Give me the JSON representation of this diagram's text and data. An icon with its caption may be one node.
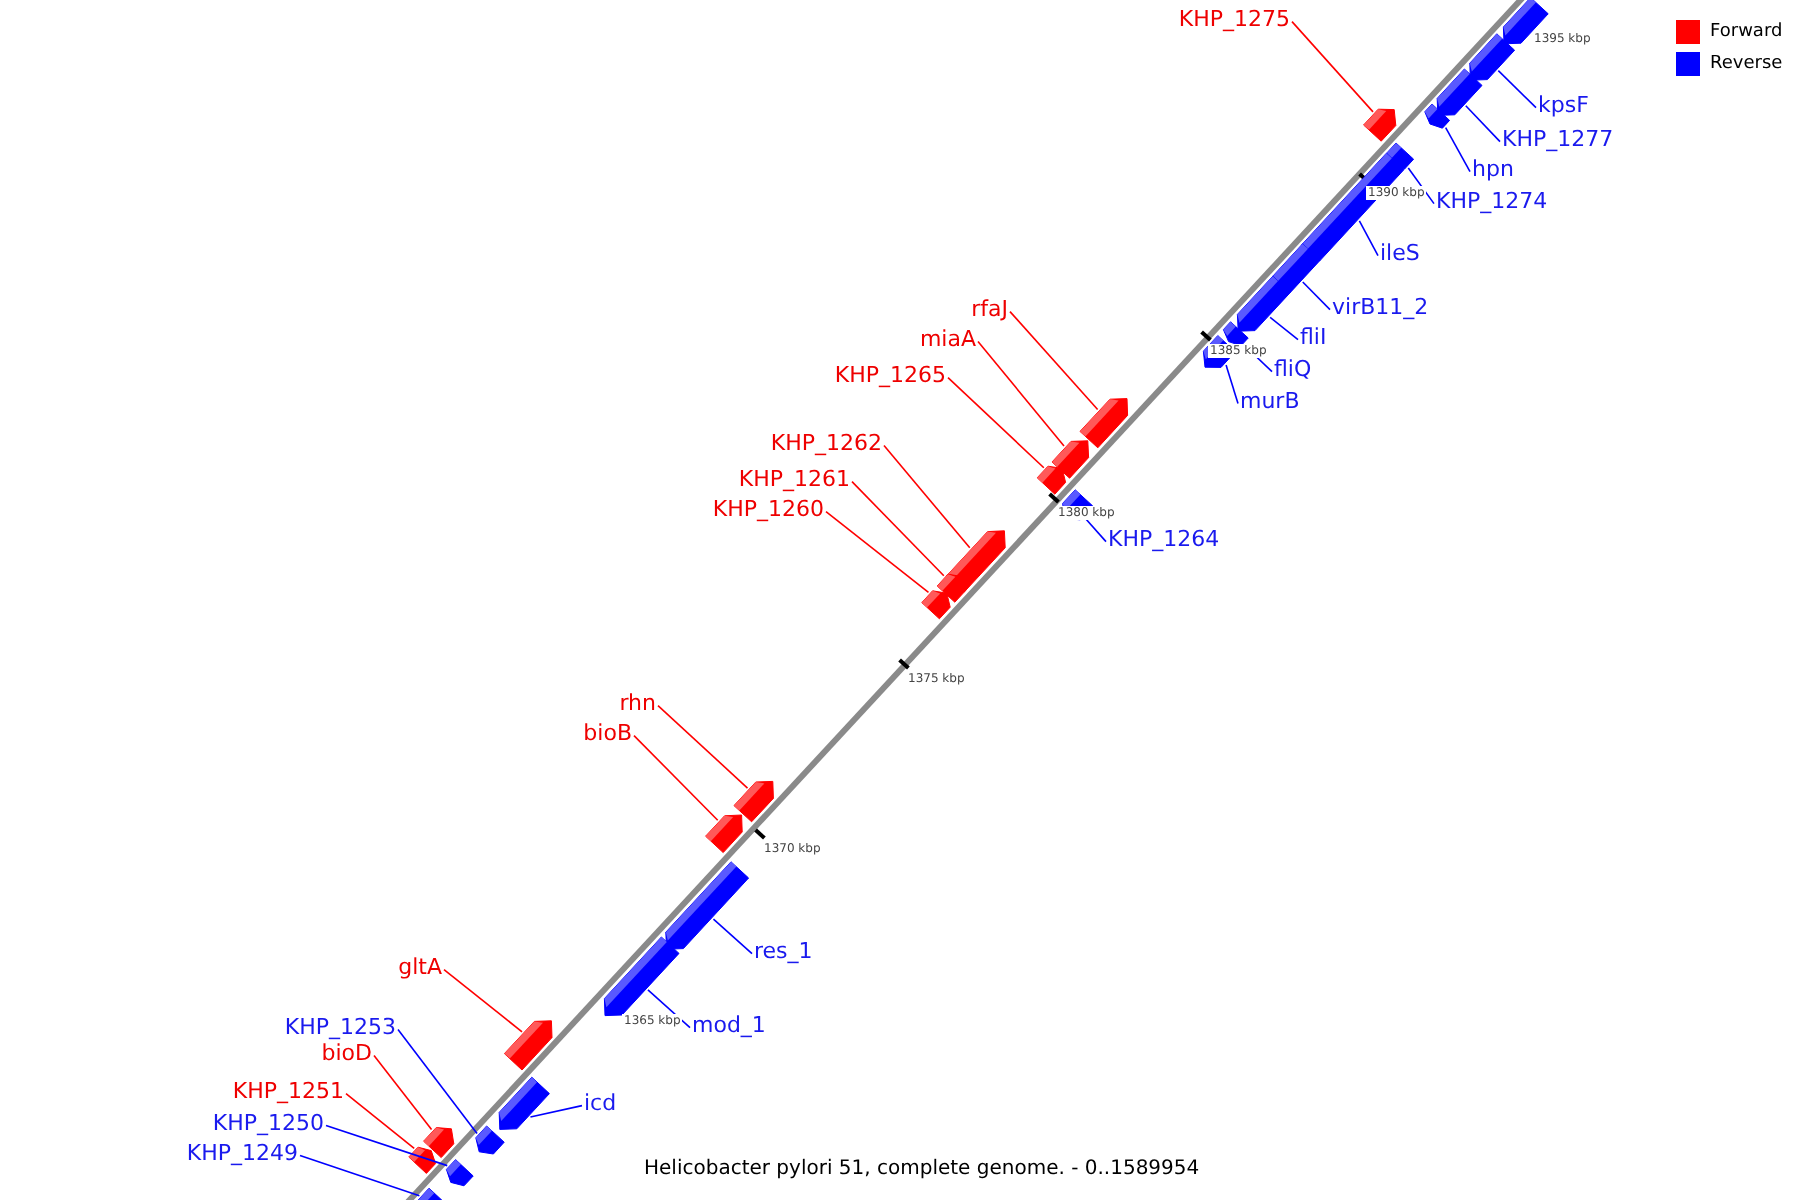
{
  "diagram": {
    "caption": "Helicobacter pylori 51, complete genome. - 0..1589954",
    "nodes": [
      {
        "text": [
          "KHP_1275"
        ]
      },
      {
        "text": [],
        "shape": "box"
      },
      {
        "text": [
          "kpsF"
        ]
      },
      {
        "text": [],
        "shape": "box"
      },
      {
        "text": [
          "KHP_1277"
        ]
      },
      {
        "text": [],
        "shape": "box"
      },
      {
        "text": [
          "hpn"
        ]
      },
      {
        "text": [],
        "shape": "box"
      },
      {
        "text": [
          "KHP_1274"
        ]
      },
      {
        "text": [],
        "shape": "box"
      },
      {
        "text": [
          "ileS"
        ]
      },
      {
        "text": [],
        "shape": "box"
      },
      {
        "text": [
          "virB11_2"
        ]
      },
      {
        "text": [],
        "shape": "box"
      },
      {
        "text": [
          "fliI"
        ]
      },
      {
        "text": [],
        "shape": "box"
      },
      {
        "text": [
          "fliQ"
        ]
      },
      {
        "text": [],
        "shape": "box"
      },
      {
        "text": [
          "murB"
        ]
      },
      {
        "text": [],
        "shape": "box"
      },
      {
        "text": [
          "rfaJ"
        ]
      },
      {
        "text": [],
        "shape": "box"
      },
      {
        "text": [
          "miaA"
        ]
      },
      {
        "text": [],
        "shape": "box"
      },
      {
        "text": [
          "KHP_1265"
        ]
      },
      {
        "text": [],
        "shape": "box"
      },
      {
        "text": [
          "KHP_1264"
        ]
      },
      {
        "text": [],
        "shape": "box"
      },
      {
        "text": [
          "KHP_1262"
        ]
      },
      {
        "text": [],
        "shape": "box"
      },
      {
        "text": [
          "KHP_1261"
        ]
      },
      {
        "text": [],
        "shape": "box"
      },
      {
        "text": [
          "KHP_1260"
        ]
      },
      {
        "text": [],
        "shape": "box"
      },
      {
        "text": [
          "rhn"
        ]
      },
      {
        "text": [],
        "shape": "box"
      },
      {
        "text": [
          "bioB"
        ]
      },
      {
        "text": [],
        "shape": "box"
      },
      {
        "text": [
          "res_1"
        ]
      },
      {
        "text": [],
        "shape": "box"
      },
      {
        "text": [
          "gltA"
        ]
      },
      {
        "text": [],
        "shape": "box"
      },
      {
        "text": [
          "mod_1"
        ]
      },
      {
        "text": [],
        "shape": "box"
      },
      {
        "text": [
          "KHP_1253"
        ]
      },
      {
        "text": [],
        "shape": "box"
      },
      {
        "text": [
          "bioD"
        ]
      },
      {
        "text": [],
        "shape": "box"
      },
      {
        "text": [
          "icd"
        ]
      },
      {
        "text": [],
        "shape": "box"
      },
      {
        "text": [
          "KHP_1251"
        ]
      },
      {
        "text": [],
        "shape": "box"
      },
      {
        "text": [
          "KHP_1250"
        ]
      },
      {
        "text": [],
        "shape": "box"
      },
      {
        "text": [
          "KHP_1249"
        ]
      },
      {
        "text": [],
        "shape": "box"
      },
      {
        "text": [],
        "shape": "box"
      }
    ],
    "edges": [
      {
        "from": 0,
        "to": 1,
        "arrow": "none",
        "color": "#ff0000"
      },
      {
        "from": 2,
        "to": 3,
        "arrow": "none"
      },
      {
        "from": 4,
        "to": 5,
        "arrow": "none"
      },
      {
        "from": 6,
        "to": 7,
        "arrow": "none"
      },
      {
        "from": 8,
        "to": 9,
        "arrow": "none"
      },
      {
        "from": 10,
        "to": 11,
        "arrow": "none"
      },
      {
        "from": 12,
        "to": 13,
        "arrow": "none"
      },
      {
        "from": 14,
        "to": 15,
        "arrow": "none"
      },
      {
        "from": 16,
        "to": 17,
        "arrow": "none"
      },
      {
        "from": 18,
        "to": 19,
        "arrow": "none"
      },
      {
        "from": 20,
        "to": 21,
        "arrow": "none",
        "color": "#ff0000"
      },
      {
        "from": 22,
        "to": 23,
        "arrow": "none",
        "color": "#ff0000"
      },
      {
        "from": 24,
        "to": 25,
        "arrow": "none",
        "color": "#ff0000"
      },
      {
        "from": 26,
        "to": 27,
        "arrow": "none"
      },
      {
        "from": 28,
        "to": 29,
        "arrow": "none",
        "color": "#ff0000"
      },
      {
        "from": 30,
        "to": 31,
        "arrow": "none",
        "color": "#ff0000"
      },
      {
        "from": 32,
        "to": 33,
        "arrow": "none",
        "color": "#ff0000"
      },
      {
        "from": 34,
        "to": 35,
        "arrow": "none",
        "color": "#ff0000"
      },
      {
        "from": 36,
        "to": 37,
        "arrow": "none",
        "color": "#ff0000"
      },
      {
        "from": 38,
        "to": 39,
        "arrow": "none"
      },
      {
        "from": 40,
        "to": 41,
        "arrow": "none",
        "color": "#ff0000"
      },
      {
        "from": 42,
        "to": 43,
        "arrow": "none"
      },
      {
        "from": 44,
        "to": 45,
        "arrow": "none"
      },
      {
        "from": 46,
        "to": 47,
        "arrow": "none",
        "color": "#ff0000"
      },
      {
        "from": 48,
        "to": 49,
        "arrow": "none"
      },
      {
        "from": 50,
        "to": 51,
        "arrow": "none",
        "color": "#ff0000"
      },
      {
        "from": 52,
        "to": 53,
        "arrow": "none"
      },
      {
        "from": 54,
        "to": 55,
        "arrow": "none"
      }
    ],
    "labels": [
      "1395 kbp",
      "1390 kbp",
      "1385 kbp",
      "1380 kbp",
      "1375 kbp",
      "1370 kbp",
      "1365 kbp"
    ],
    "legend": [
      {
        "text": "Forward",
        "color": "#ff0000"
      },
      {
        "text": "Reverse",
        "color": "#0000ff"
      }
    ]
  }
}
